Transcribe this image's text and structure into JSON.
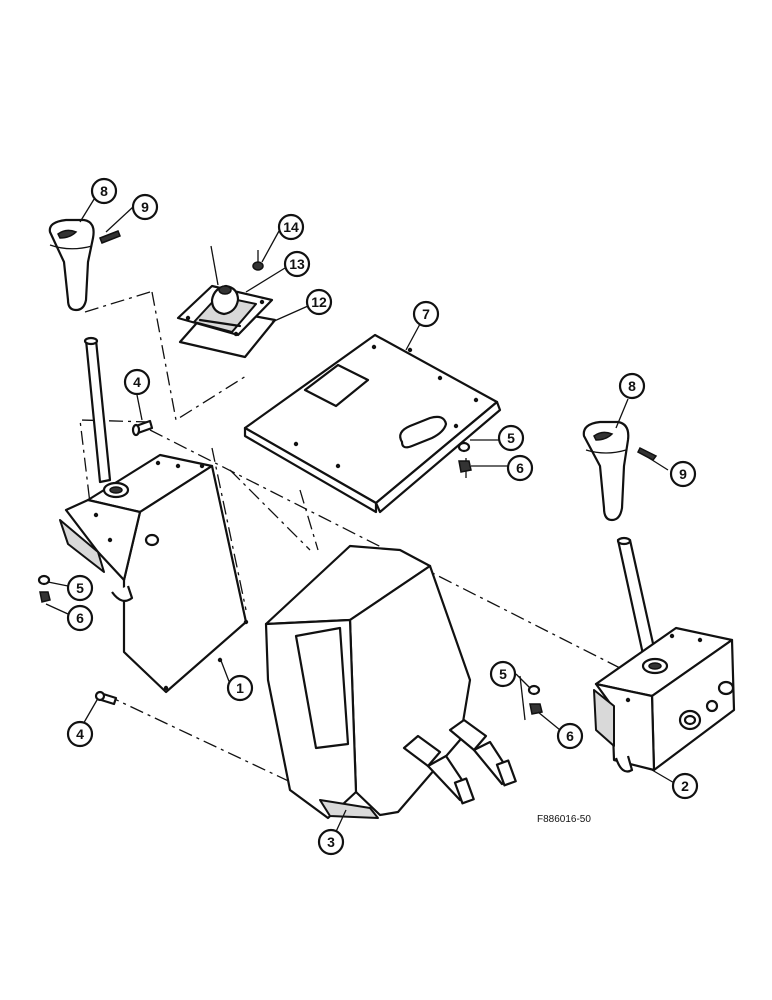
{
  "figure_code": "F886016-50",
  "callouts": [
    {
      "id": "c8a",
      "label": "8"
    },
    {
      "id": "c9a",
      "label": "9"
    },
    {
      "id": "c14",
      "label": "14"
    },
    {
      "id": "c13",
      "label": "13"
    },
    {
      "id": "c12",
      "label": "12"
    },
    {
      "id": "c7",
      "label": "7"
    },
    {
      "id": "c4a",
      "label": "4"
    },
    {
      "id": "c5a",
      "label": "5"
    },
    {
      "id": "c6a",
      "label": "6"
    },
    {
      "id": "c8b",
      "label": "8"
    },
    {
      "id": "c9b",
      "label": "9"
    },
    {
      "id": "c5b",
      "label": "5"
    },
    {
      "id": "c6b",
      "label": "6"
    },
    {
      "id": "c1",
      "label": "1"
    },
    {
      "id": "c4b",
      "label": "4"
    },
    {
      "id": "c5c",
      "label": "5"
    },
    {
      "id": "c6c",
      "label": "6"
    },
    {
      "id": "c2",
      "label": "2"
    },
    {
      "id": "c3",
      "label": "3"
    }
  ]
}
